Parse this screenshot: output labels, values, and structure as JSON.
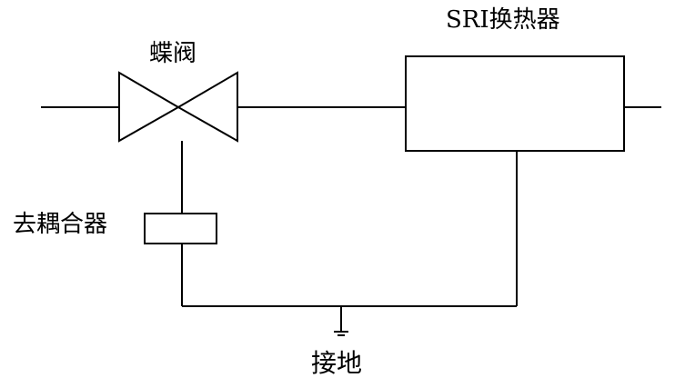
{
  "diagram": {
    "labels": {
      "butterfly_valve": "蝶阀",
      "heat_exchanger": "SRI换热器",
      "decoupler": "去耦合器",
      "ground": "接地"
    },
    "colors": {
      "line": "#000000",
      "background": "#ffffff"
    }
  }
}
